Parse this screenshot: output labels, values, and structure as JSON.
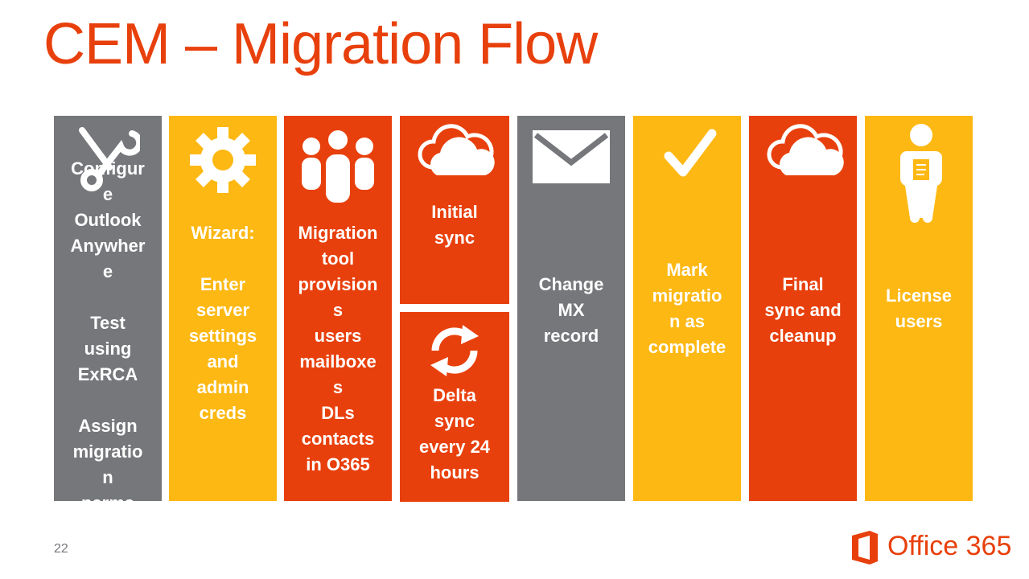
{
  "slide": {
    "title": "CEM – Migration Flow",
    "page_number": "22"
  },
  "colors": {
    "accent": "#e8400c",
    "grey": "#76777b",
    "yellow": "#fdb813",
    "white": "#ffffff"
  },
  "steps": [
    {
      "icon": "tools-icon",
      "text": "Configur\ne\nOutlook\nAnywher\ne\n\nTest\nusing\nExRCA\n\nAssign\nmigratio\nn\nperms"
    },
    {
      "icon": "gear-icon",
      "text": "Wizard:\n\nEnter\nserver\nsettings\nand\nadmin\ncreds"
    },
    {
      "icon": "users-icon",
      "text": "Migration\ntool\nprovision\ns\nusers\nmailboxe\ns\nDLs\ncontacts\nin O365"
    },
    {
      "icon": "cloud-icon",
      "text": "Initial\nsync"
    },
    {
      "icon": "refresh-icon",
      "text": "Delta\nsync\nevery 24\nhours"
    },
    {
      "icon": "mail-icon",
      "text": "Change\nMX\nrecord"
    },
    {
      "icon": "checkmark-icon",
      "text": "Mark\nmigratio\nn as\ncomplete"
    },
    {
      "icon": "cloud-icon",
      "text": "Final\nsync and\ncleanup"
    },
    {
      "icon": "user-document-icon",
      "text": "License\nusers"
    }
  ],
  "logo": {
    "text": "Office 365",
    "icon": "office-logo-icon"
  }
}
